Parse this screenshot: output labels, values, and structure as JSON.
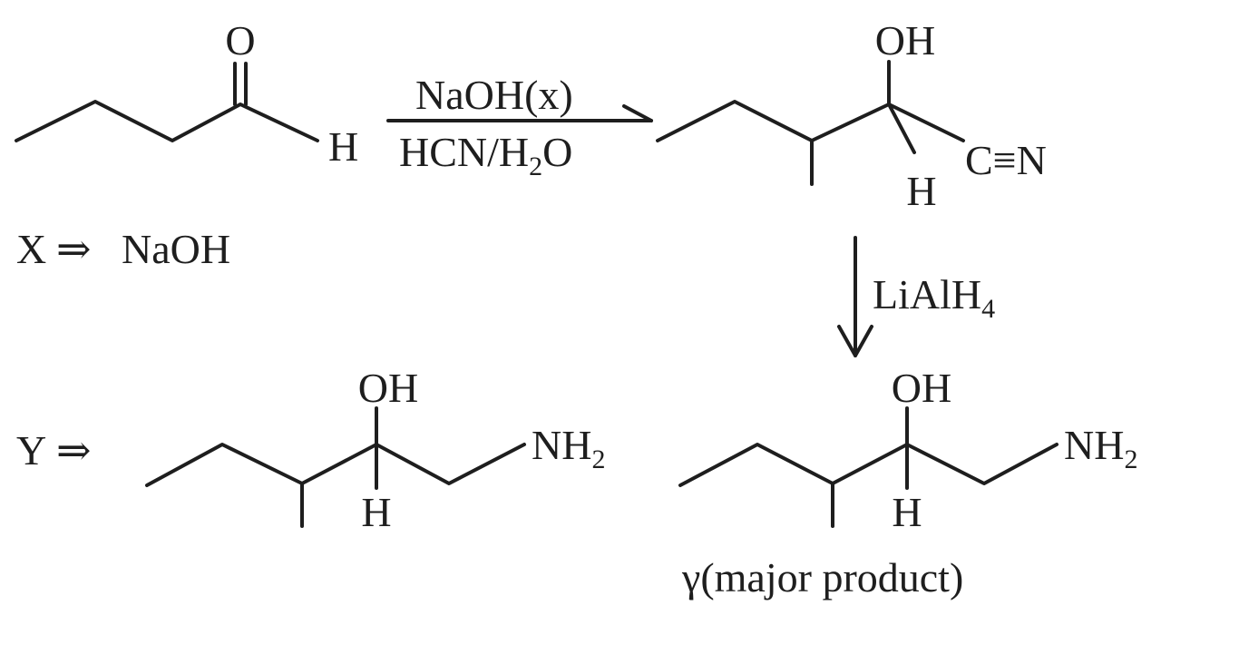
{
  "reactant": {
    "oxygen": "O",
    "hydrogen": "H"
  },
  "step1": {
    "reagent_top": "NaOH(x)",
    "reagent_bottom_a": "HCN/H",
    "reagent_bottom_sub": "2",
    "reagent_bottom_b": "O"
  },
  "cyanohydrin": {
    "oh": "OH",
    "h": "H",
    "cn": "C≡N"
  },
  "step2": {
    "reagent": "LiAlH",
    "reagent_sub": "4"
  },
  "x_note": {
    "symbol": "X",
    "arrow": "⇒",
    "value": "NaOH"
  },
  "y_note": {
    "symbol": "Y",
    "arrow": "⇒"
  },
  "y_structure": {
    "oh": "OH",
    "h": "H",
    "nh": "NH",
    "nh_sub": "2"
  },
  "product": {
    "oh": "OH",
    "h": "H",
    "nh": "NH",
    "nh_sub": "2",
    "caption": "γ(major product)"
  }
}
